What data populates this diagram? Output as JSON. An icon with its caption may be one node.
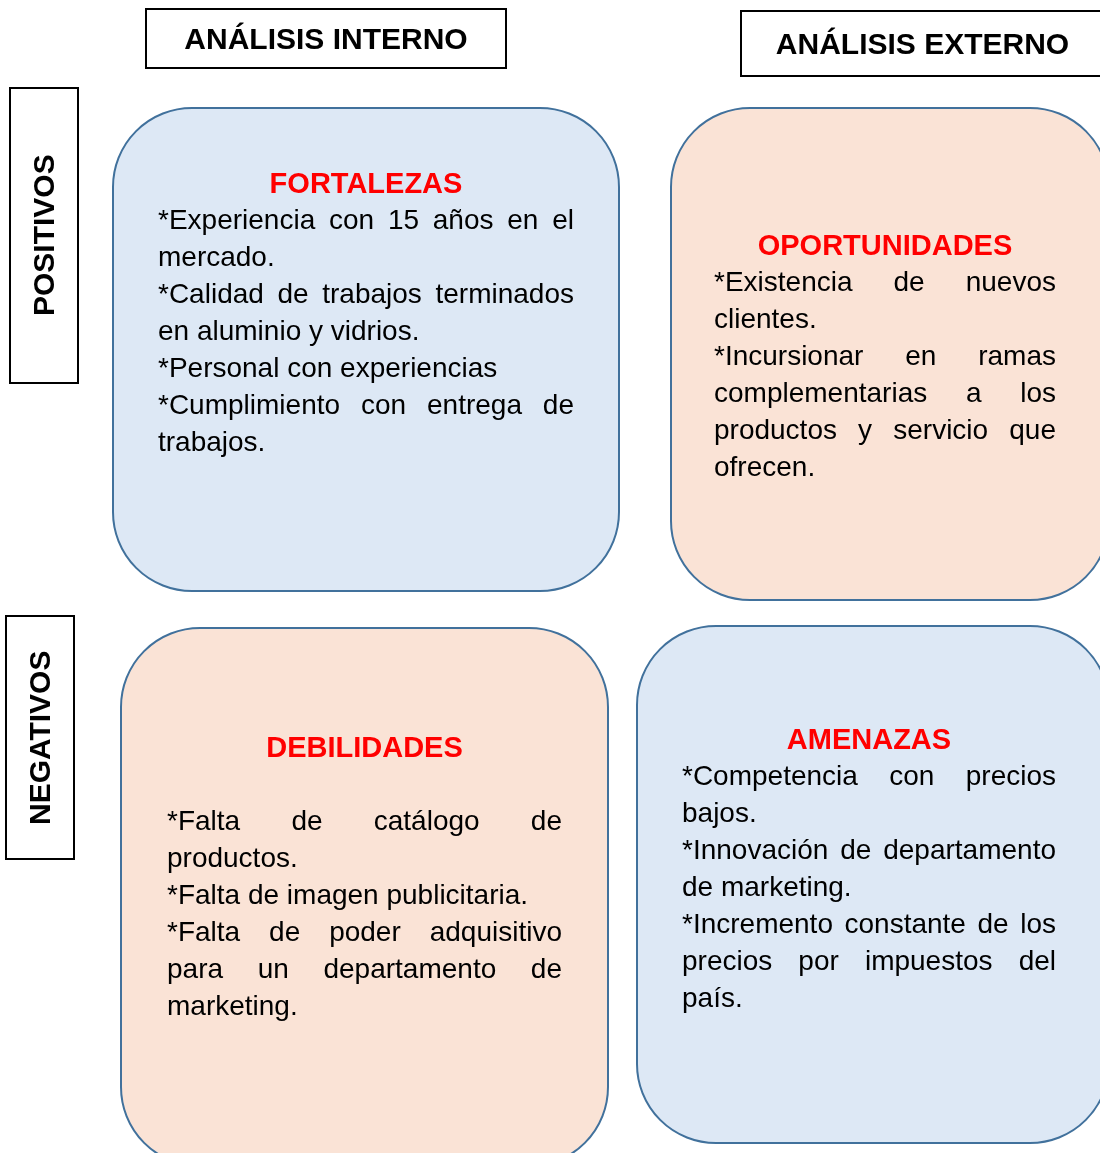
{
  "diagram": {
    "nodes": [
      {
        "text": [
          "ANÁLISIS INTERNO"
        ]
      },
      {
        "text": [
          "ANÁLISIS EXTERNO"
        ]
      },
      {
        "text": [
          "POSITIVOS"
        ]
      },
      {
        "text": [
          "NEGATIVOS"
        ]
      },
      {
        "text": [
          "FORTALEZAS",
          "*Experiencia con 15 años en el mercado.",
          "*Calidad de trabajos terminados en aluminio y vidrios.",
          "*Personal con experiencias",
          "*Cumplimiento con entrega de trabajos."
        ]
      },
      {
        "text": [
          "OPORTUNIDADES",
          "*Existencia de nuevos clientes.",
          "*Incursionar en ramas complementarias a los productos y servicio que ofrecen."
        ]
      },
      {
        "text": [
          "DEBILIDADES",
          "*Falta de catálogo de productos.",
          "*Falta de imagen publicitaria.",
          "*Falta de poder adquisitivo para un departamento de marketing."
        ]
      },
      {
        "text": [
          "AMENAZAS",
          "*Competencia con precios bajos.",
          "*Innovación de departamento de marketing.",
          "*Incremento constante de los precios por impuestos del país."
        ]
      }
    ],
    "edges": []
  }
}
